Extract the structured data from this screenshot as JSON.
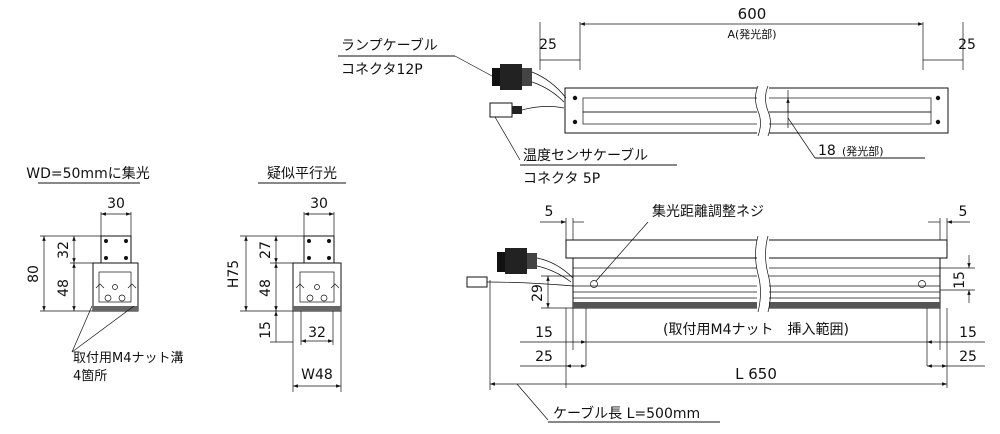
{
  "focus_section": {
    "title": "WD=50mmに集光",
    "dim_top": "30",
    "dim_left_total": "80",
    "dim_left_upper": "32",
    "dim_left_lower": "48",
    "note_line1": "取付用M4ナット溝",
    "note_line2": "4箇所"
  },
  "parallel_section": {
    "title": "疑似平行光",
    "dim_top": "30",
    "dim_height": "H75",
    "dim_upper": "27",
    "dim_middle": "48",
    "dim_lower": "15",
    "dim_bottom_inner": "32",
    "dim_width": "W48"
  },
  "top_view": {
    "dim_total": "600",
    "dim_emit_label": "A(発光部)",
    "dim_left": "25",
    "dim_right": "25",
    "lamp_cable_label": "ランプケーブル",
    "lamp_connector_label": "コネクタ12P",
    "temp_cable_label": "温度センサケーブル",
    "temp_connector_label": "コネクタ 5P",
    "emit_width": "18",
    "emit_width_note": "(発光部)"
  },
  "side_view": {
    "adjust_screw_label": "集光距離調整ネジ",
    "dim_top_left": "5",
    "dim_top_right": "5",
    "dim_right_15": "15",
    "dim_left_29": "29",
    "dim_left_15": "15",
    "dim_right_15b": "15",
    "mount_range_label": "(取付用M4ナット　挿入範囲)",
    "dim_left_25": "25",
    "dim_right_25": "25",
    "dim_length": "L 650",
    "cable_length_label": "ケーブル長  L=500mm"
  }
}
